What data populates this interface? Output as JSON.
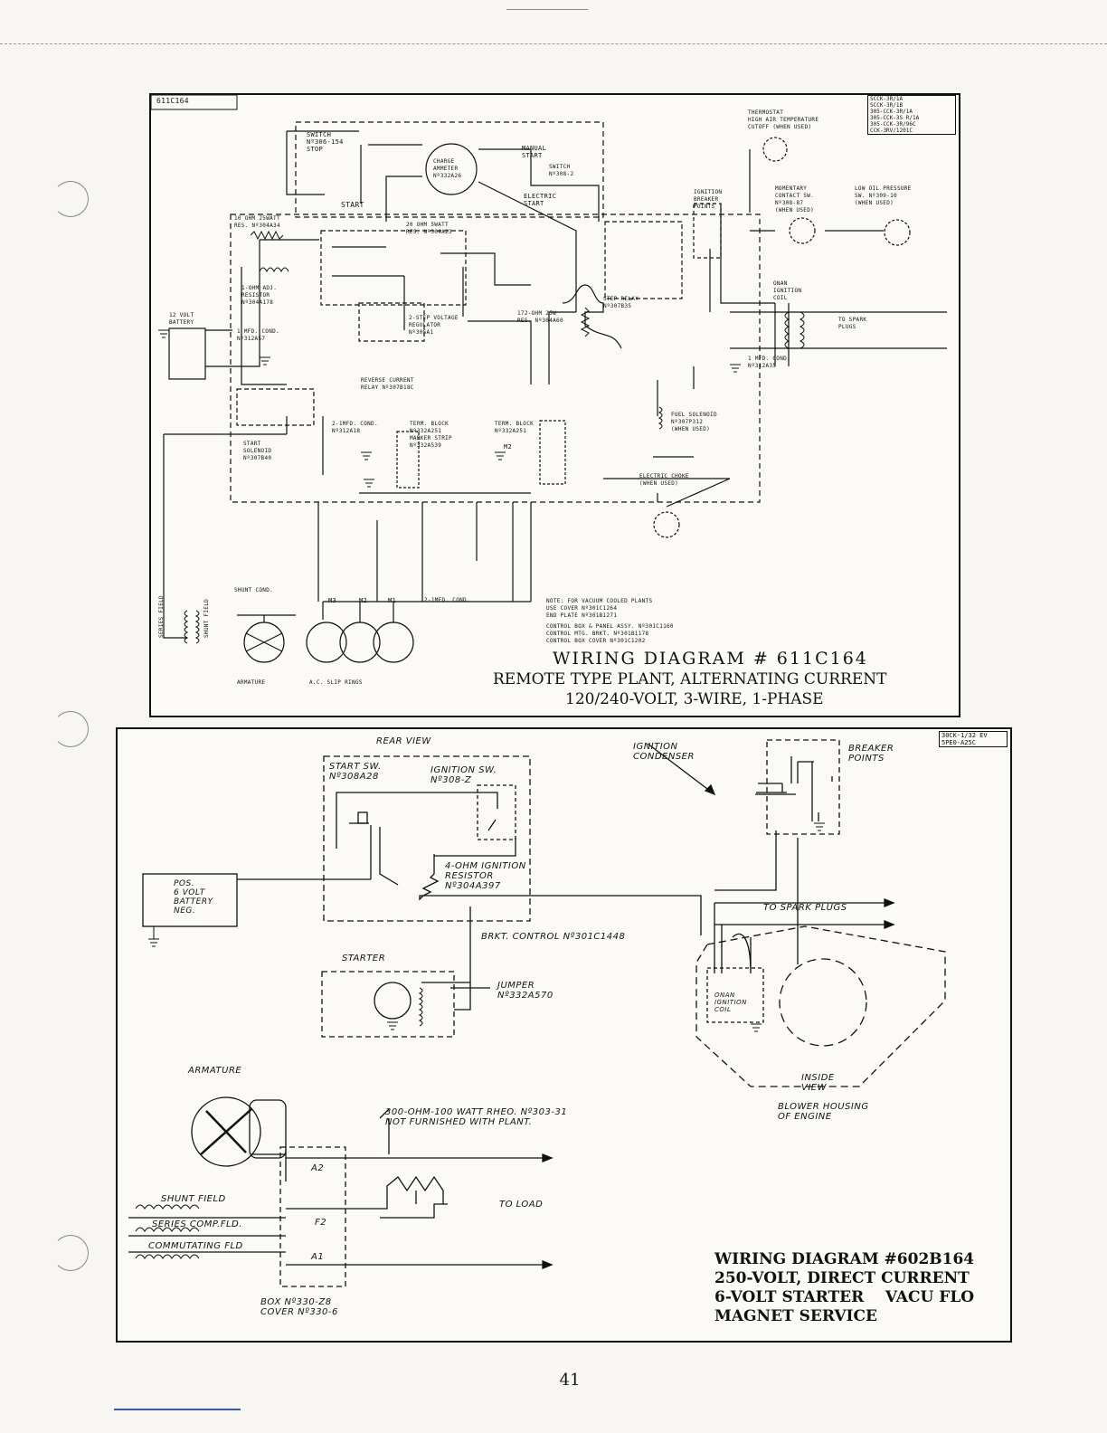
{
  "top": {
    "corner_tag": "611C164",
    "codes": [
      "SCCK-3R/1A",
      "SCCK-3R/1B",
      "305-CCK-3R/1A",
      "305-CCK-3S R/1A",
      "305-CCK-3R/96C",
      "CCK-3RV/1201C"
    ],
    "labels": {
      "switch": "SWITCH\nNº306-154\nSTOP",
      "start": "START",
      "ammeter": "CHARGE\nAMMETER\nNº332A26",
      "manual_start": "MANUAL\nSTART",
      "switch2": "SWITCH\nNº308-2",
      "electric_start": "ELECTRIC\nSTART",
      "thermostat": "THERMOSTAT\nHIGH AIR TEMPERATURE\nCUTOFF (WHEN USED)",
      "ignition_breaker": "IGNITION\nBREAKER\nPOINTS",
      "momentary_contact": "MOMENTARY\nCONTACT SW.\nNº308-87\n(WHEN USED)",
      "low_oil": "LOW OIL PRESSURE\nSW. Nº309-10\n(WHEN USED)",
      "res_10ohm": "10 OHM 25WATT\nRES. Nº304A34",
      "res_20ohm": "20 OHM 5WATT\nRES. Nº304A23",
      "res_1ohm": "1-OHM ADJ.\nRESISTOR\nNº304A178",
      "battery": "12 VOLT\nBATTERY",
      "cond_1mfd": "1 MFD. COND.\nNº312A57",
      "voltage_regulator": "2-STEP VOLTAGE\nREGULATOR\nNº305A1",
      "res_172": "172-OHM 25W\nRES. Nº304A60",
      "step_relay": "STEP RELAY\nNº307B35",
      "onan_coil": "ONAN\nIGNITION\nCOIL",
      "to_spark_plugs": "TO SPARK\nPLUGS",
      "cond_1mfd_b": "1 MFD. COND.\nNº312A35",
      "reverse_relay": "REVERSE CURRENT\nRELAY Nº307B18C",
      "fuel_solenoid": "FUEL SOLENOID\nNº307P312\n(WHEN USED)",
      "start_solenoid": "START\nSOLENOID\nNº307B40",
      "cond_2mfd": "2-1MFD. COND.\nNº312A18",
      "term_block": "TERM. BLOCK\nNº332A251\nMARKER STRIP\nNº332A539",
      "term_block2": "TERM. BLOCK\nNº332A251",
      "electric_choke": "ELECTRIC CHOKE\n(WHEN USED)",
      "shunt_cond": "SHUNT COND.",
      "series_field": "SERIES FIELD",
      "shunt_field": "SHUNT FIELD",
      "armature": "ARMATURE",
      "slip_rings": "A.C. SLIP RINGS",
      "m3": "M3",
      "m2": "M2",
      "m1": "M1",
      "m2b": "M2",
      "cond_2_1mfd": "2-1MFD. COND.",
      "note": "NOTE: FOR VACUUM COOLED PLANTS\nUSE COVER Nº301C1264\nEND PLATE Nº301B1271",
      "control_box": "CONTROL BOX & PANEL ASSY. Nº301C1160\nCONTROL MTG. BRKT. Nº301B1178\nCONTROL BOX COVER Nº301C1202"
    },
    "title_lines": [
      "WIRING DIAGRAM  # 611C164",
      "REMOTE TYPE PLANT, ALTERNATING CURRENT",
      "120/240-VOLT, 3-WIRE, 1-PHASE"
    ]
  },
  "bottom": {
    "corner_tag": "30CK-1/32 EV\n5PE0-A25C",
    "labels": {
      "rear_view": "REAR VIEW",
      "start_sw": "START SW.\nNº308A28",
      "ignition_sw": "IGNITION SW.\nNº308-Z",
      "ignition_condenser": "IGNITION\nCONDENSER",
      "breaker_points": "BREAKER\nPOINTS",
      "res_4ohm": "4-OHM IGNITION\nRESISTOR\nNº304A397",
      "battery": "POS.\n6 VOLT\nBATTERY\nNEG.",
      "to_spark_plugs": "TO SPARK PLUGS",
      "brkt_control": "BRKT. CONTROL Nº301C1448",
      "starter": "STARTER",
      "jumper": "JUMPER\nNº332A570",
      "onan_coil": "ONAN\nIGNITION\nCOIL",
      "inside_view": "INSIDE\nVIEW",
      "blower_housing": "BLOWER HOUSING\nOF ENGINE",
      "armature": "ARMATURE",
      "rheostat": "300-OHM-100 WATT RHEO. Nº303-31\nNOT FURNISHED WITH PLANT.",
      "a2": "A2",
      "f2": "F2",
      "a1": "A1",
      "to_load": "TO LOAD",
      "shunt_field": "SHUNT FIELD",
      "series_comp": "SERIES COMP.FLD.",
      "commutating": "COMMUTATING FLD",
      "box": "BOX Nº330-Z8\nCOVER Nº330-6"
    },
    "title_lines": [
      "WIRING DIAGRAM #602B164",
      "250-VOLT,  DIRECT CURRENT",
      "6-VOLT STARTER    VACU FLO",
      "MAGNET SERVICE"
    ]
  },
  "page_number": "41"
}
